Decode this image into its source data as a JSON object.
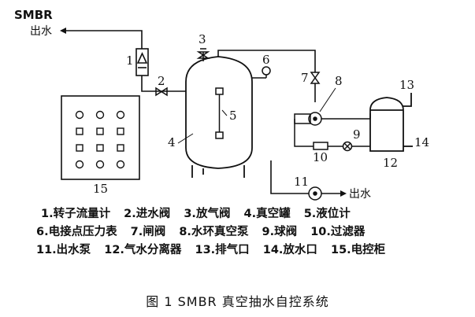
{
  "inlet": {
    "title": "SMBR",
    "subtitle": "出水"
  },
  "outlet_label": "出水",
  "numbers": {
    "n1": "1",
    "n2": "2",
    "n3": "3",
    "n4": "4",
    "n5": "5",
    "n6": "6",
    "n7": "7",
    "n8": "8",
    "n9": "9",
    "n10": "10",
    "n11": "11",
    "n12": "12",
    "n13": "13",
    "n14": "14",
    "n15": "15"
  },
  "legend": [
    [
      "1.转子流量计",
      "2.进水阀",
      "3.放气阀",
      "4.真空罐",
      "5.液位计"
    ],
    [
      "6.电接点压力表",
      "7.闸阀",
      "8.水环真空泵",
      "9.球阀",
      "10.过滤器"
    ],
    [
      "11.出水泵",
      "12.气水分离器",
      "13.排气口",
      "14.放水口",
      "15.电控柜"
    ]
  ],
  "caption": "图 1   SMBR 真空抽水自控系统",
  "control_cabinet": {
    "indicator_rows": [
      [
        "circle",
        "circle",
        "circle"
      ],
      [
        "square",
        "square",
        "square"
      ],
      [
        "square",
        "square",
        "square"
      ],
      [
        "circle",
        "circle",
        "circle"
      ]
    ]
  }
}
